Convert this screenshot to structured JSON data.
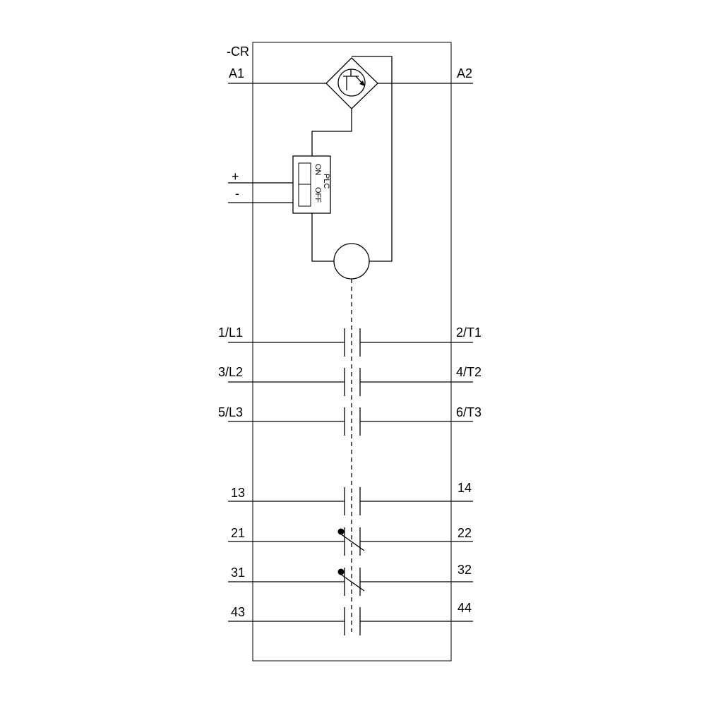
{
  "device": {
    "designation": "-CR",
    "coil_terminals": {
      "left": "A1",
      "right": "A2"
    }
  },
  "plc_switch": {
    "plus_label": "+",
    "minus_label": "-",
    "on_label": "ON",
    "off_label": "OFF",
    "plc_label": "PLC"
  },
  "main_contacts": [
    {
      "left": "1/L1",
      "right": "2/T1"
    },
    {
      "left": "3/L2",
      "right": "4/T2"
    },
    {
      "left": "5/L3",
      "right": "6/T3"
    }
  ],
  "aux_contacts": [
    {
      "left": "13",
      "right": "14",
      "type": "NO"
    },
    {
      "left": "21",
      "right": "22",
      "type": "NC"
    },
    {
      "left": "31",
      "right": "32",
      "type": "NC"
    },
    {
      "left": "43",
      "right": "44",
      "type": "NO"
    }
  ]
}
